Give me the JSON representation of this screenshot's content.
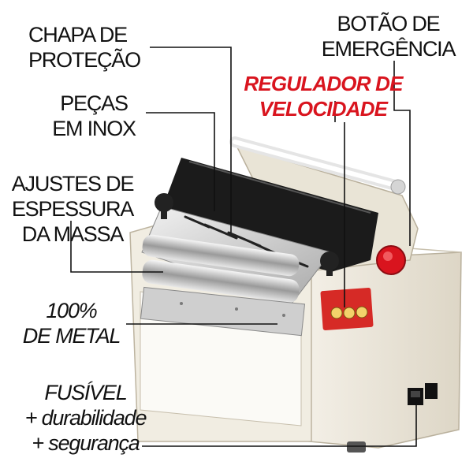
{
  "labels": {
    "chapa": [
      "CHAPA DE",
      "PROTEÇÃO"
    ],
    "pecas": [
      "PEÇAS",
      "EM INOX"
    ],
    "ajustes": [
      "AJUSTES DE",
      "ESPESSURA",
      "DA MASSA"
    ],
    "metal": [
      "100%",
      "DE METAL"
    ],
    "fusivel": [
      "FUSÍVEL",
      "+ durabilidade",
      "+ segurança"
    ],
    "botao": [
      "BOTÃO DE",
      "EMERGÊNCIA"
    ],
    "regulador": [
      "REGULADOR DE",
      "VELOCIDADE"
    ]
  },
  "colors": {
    "text": "#111111",
    "highlight": "#d9141e",
    "machine_body": "#ece6d8",
    "emergency_button": "#d9141e",
    "control_panel": "#d62a26"
  },
  "icons": [
    "emergency-stop-button",
    "speed-knob",
    "fuse-switch"
  ]
}
